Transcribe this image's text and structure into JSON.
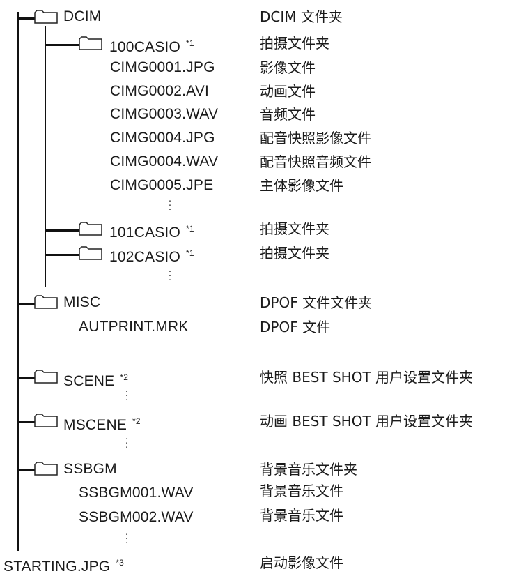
{
  "tree": {
    "dcim": {
      "name": "DCIM",
      "desc": "DCIM 文件夹"
    },
    "folder100": {
      "name": "100CASIO",
      "note": "*1",
      "desc": "拍摄文件夹"
    },
    "files": [
      {
        "name": "CIMG0001.JPG",
        "desc": "影像文件"
      },
      {
        "name": "CIMG0002.AVI",
        "desc": "动画文件"
      },
      {
        "name": "CIMG0003.WAV",
        "desc": "音频文件"
      },
      {
        "name": "CIMG0004.JPG",
        "desc": "配音快照影像文件"
      },
      {
        "name": "CIMG0004.WAV",
        "desc": "配音快照音频文件"
      },
      {
        "name": "CIMG0005.JPE",
        "desc": "主体影像文件"
      }
    ],
    "folder101": {
      "name": "101CASIO",
      "note": "*1",
      "desc": "拍摄文件夹"
    },
    "folder102": {
      "name": "102CASIO",
      "note": "*1",
      "desc": "拍摄文件夹"
    },
    "misc": {
      "name": "MISC",
      "desc": "DPOF 文件文件夹"
    },
    "autprint": {
      "name": "AUTPRINT.MRK",
      "desc": "DPOF 文件"
    },
    "scene": {
      "name": "SCENE",
      "note": "*2",
      "desc": "快照 BEST SHOT 用户设置文件夹"
    },
    "mscene": {
      "name": "MSCENE",
      "note": "*2",
      "desc": "动画 BEST SHOT 用户设置文件夹"
    },
    "ssbgm": {
      "name": "SSBGM",
      "desc": "背景音乐文件夹"
    },
    "ssbgm_files": [
      {
        "name": "SSBGM001.WAV",
        "desc": "背景音乐文件"
      },
      {
        "name": "SSBGM002.WAV",
        "desc": "背景音乐文件"
      }
    ],
    "starting": {
      "name": "STARTING.JPG",
      "note": "*3",
      "desc": "启动影像文件"
    }
  },
  "icons": {
    "folder": "folder-icon",
    "ellipsis": "vertical-ellipsis-icon"
  }
}
